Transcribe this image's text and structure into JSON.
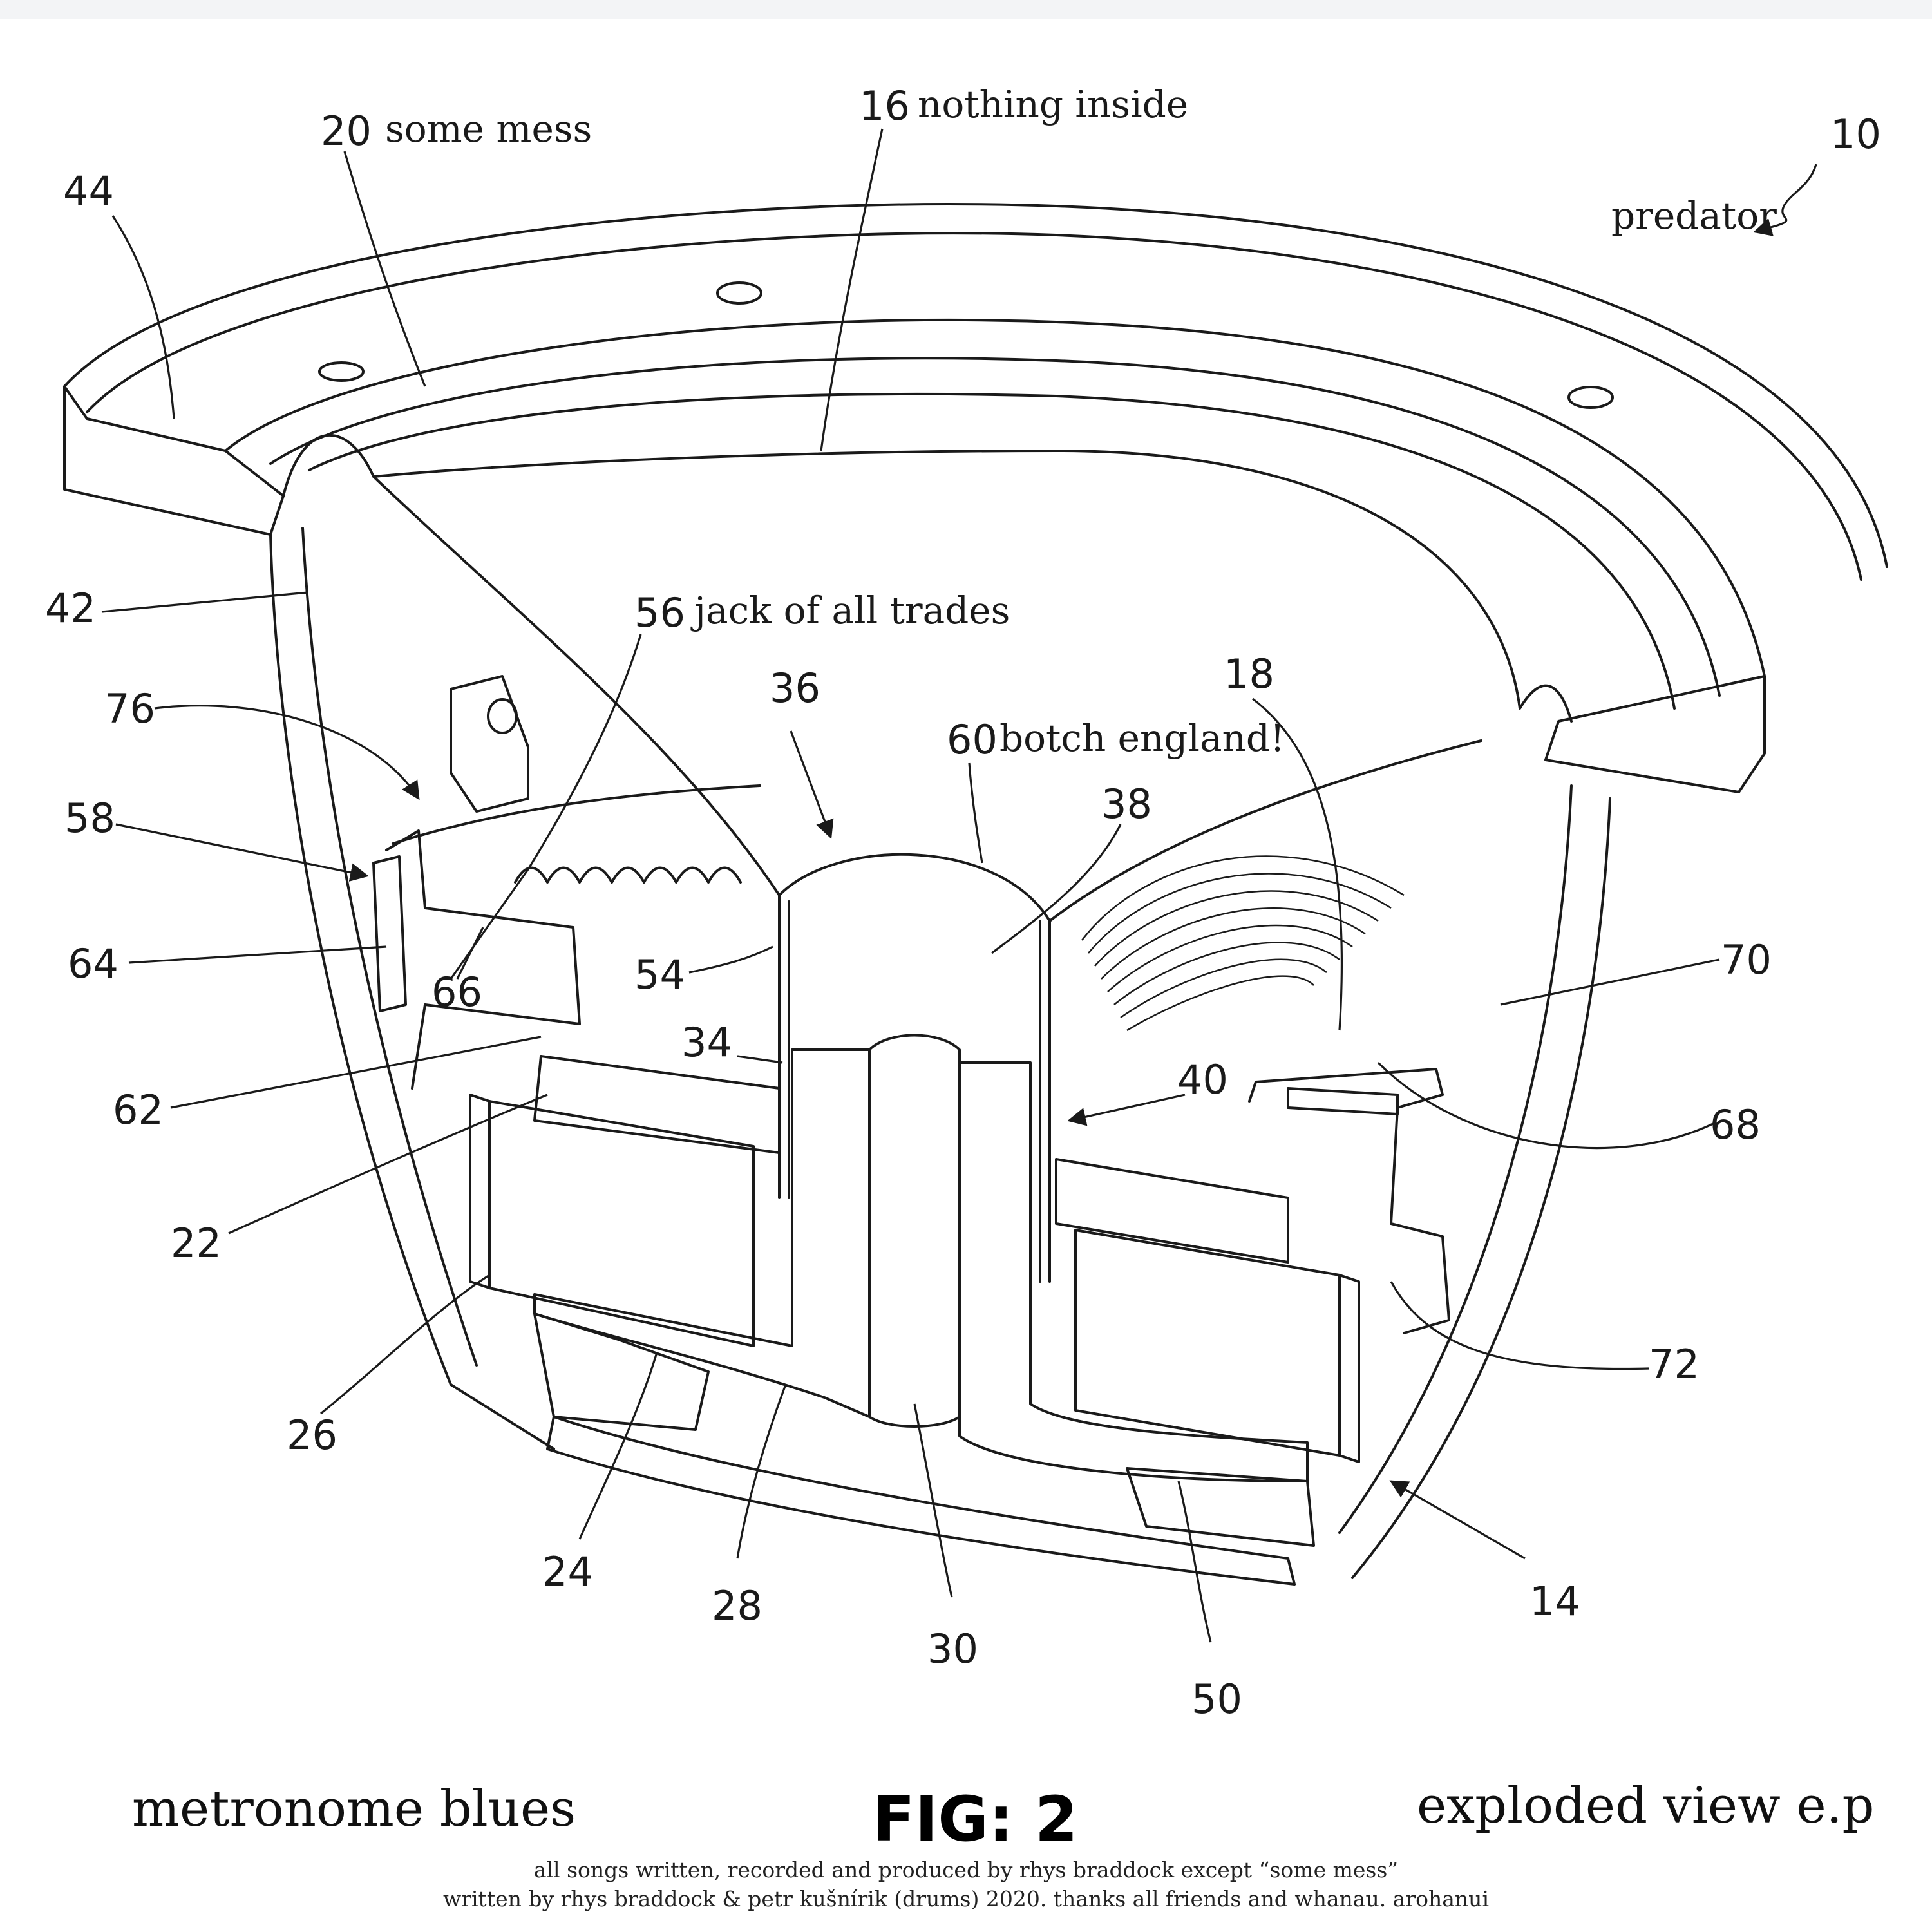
{
  "labels": [
    {
      "id": "l10",
      "num": "10",
      "text": ""
    },
    {
      "id": "l44",
      "num": "44",
      "text": ""
    },
    {
      "id": "l20",
      "num": "20",
      "text": "some mess"
    },
    {
      "id": "l16",
      "num": "16",
      "text": "nothing inside"
    },
    {
      "id": "lpred",
      "num": "",
      "text": "predator"
    },
    {
      "id": "l42",
      "num": "42",
      "text": ""
    },
    {
      "id": "l56",
      "num": "56",
      "text": "jack of all trades"
    },
    {
      "id": "l36",
      "num": "36",
      "text": ""
    },
    {
      "id": "l18",
      "num": "18",
      "text": ""
    },
    {
      "id": "l76",
      "num": "76",
      "text": ""
    },
    {
      "id": "l60",
      "num": "60",
      "text": "botch england!"
    },
    {
      "id": "l38",
      "num": "38",
      "text": ""
    },
    {
      "id": "l58",
      "num": "58",
      "text": ""
    },
    {
      "id": "l64",
      "num": "64",
      "text": ""
    },
    {
      "id": "l66",
      "num": "66",
      "text": ""
    },
    {
      "id": "l54",
      "num": "54",
      "text": ""
    },
    {
      "id": "l70",
      "num": "70",
      "text": ""
    },
    {
      "id": "l34",
      "num": "34",
      "text": ""
    },
    {
      "id": "l40",
      "num": "40",
      "text": ""
    },
    {
      "id": "l62",
      "num": "62",
      "text": ""
    },
    {
      "id": "l68",
      "num": "68",
      "text": ""
    },
    {
      "id": "l22",
      "num": "22",
      "text": ""
    },
    {
      "id": "l72",
      "num": "72",
      "text": ""
    },
    {
      "id": "l26",
      "num": "26",
      "text": ""
    },
    {
      "id": "l14",
      "num": "14",
      "text": ""
    },
    {
      "id": "l24",
      "num": "24",
      "text": ""
    },
    {
      "id": "l28",
      "num": "28",
      "text": ""
    },
    {
      "id": "l30",
      "num": "30",
      "text": ""
    },
    {
      "id": "l50",
      "num": "50",
      "text": ""
    }
  ],
  "footer": {
    "left": "metronome blues",
    "center": "FIG: 2",
    "right": "exploded view e.p",
    "credits_line1": "all songs written, recorded and produced by rhys braddock except “some mess”",
    "credits_line2": "written by rhys braddock & petr kušnírik (drums) 2020. thanks all friends and whanau. arohanui"
  },
  "colors": {
    "ink": "#1a1a1a",
    "paper": "#ffffff"
  }
}
